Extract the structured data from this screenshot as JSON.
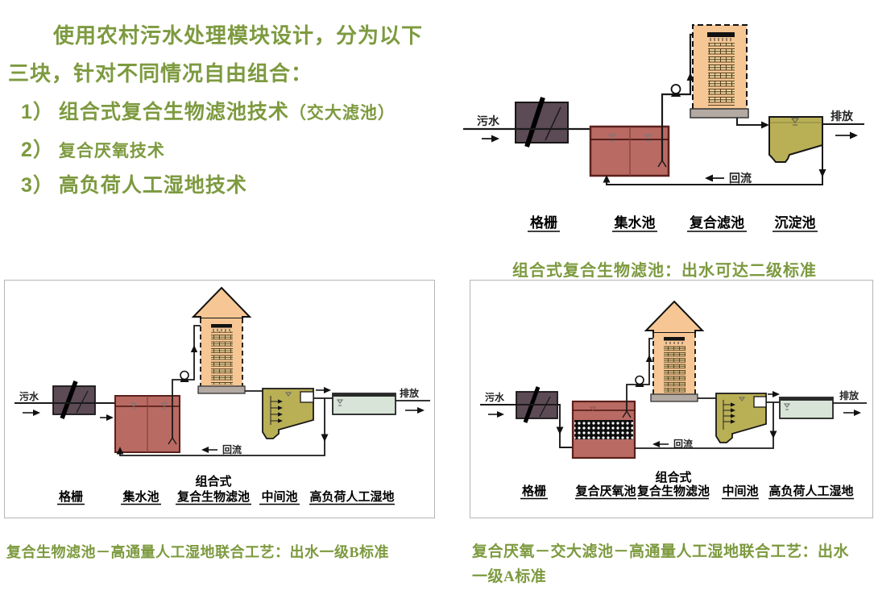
{
  "intro": {
    "line1": "使用农村污水处理模块设计，分为以下",
    "line2": "三块，针对不同情况自由组合：",
    "items": [
      {
        "num": "1）",
        "label": "组合式复合生物滤池技术",
        "note": "（交大滤池）"
      },
      {
        "num": "2）",
        "label": "复合厌氧技术",
        "note": ""
      },
      {
        "num": "3）",
        "label": "高负荷人工湿地技术",
        "note": ""
      }
    ]
  },
  "diagram_biofilter": {
    "inflow": "污水",
    "discharge": "排放",
    "reflux": "回流",
    "label_screen": "格栅",
    "label_collect": "集水池",
    "label_filter": "复合滤池",
    "label_settle": "沉淀池",
    "caption": "组合式复合生物滤池：出水可达二级标准"
  },
  "diagram_wetland_b": {
    "inflow": "污水",
    "discharge": "排放",
    "reflux": "回流",
    "label_screen": "格栅",
    "label_collect": "集水池",
    "label_tower_line1": "组合式",
    "label_tower_line2": "复合生物滤池",
    "label_mid": "中间池",
    "label_wetland": "高负荷人工湿地",
    "caption": "复合生物滤池－高通量人工湿地联合工艺：出水一级B标准"
  },
  "diagram_wetland_a": {
    "inflow": "污水",
    "discharge": "排放",
    "reflux": "回流",
    "label_screen": "格栅",
    "label_anaerobic": "复合厌氧池",
    "label_tower_line1": "组合式",
    "label_tower_line2": "复合生物滤池",
    "label_mid": "中间池",
    "label_wetland": "高负荷人工湿地",
    "caption_line1": "复合厌氧－交大滤池－高通量人工湿地联合工艺：出水",
    "caption_line2": "一级A标准"
  },
  "colors": {
    "text_green": "#7d9a3f",
    "screen_box": "#5c4a55",
    "red_tank": "#b96a63",
    "tower_fill": "#f6c795",
    "media_fill": "#e8d5a0",
    "tray_gray": "#b3aaa3",
    "settle_tank": "#b9af55",
    "wetland_fill": "#d7e4d7"
  }
}
